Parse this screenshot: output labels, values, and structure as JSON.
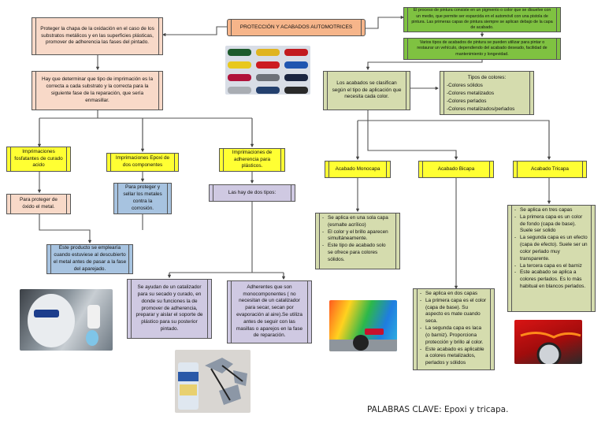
{
  "title": "PROTECCIÓN Y ACABADOS AUTOMOTRICES",
  "left_branch": {
    "purpose": "Proteger la chapa de la oxidación en el caso de los substratos metálicos y en las superficies plásticas, promover de adherencia las fases del pintado.",
    "primer_choice": "Hay que determinar que tipo de imprimación es la correcta a cada substrato y la correcta para la siguiente fase de la reparación, que sería enmasillar.",
    "primers": [
      {
        "name": "Imprimaciones fosfatantes de curado acido",
        "detail": "Para proteger de óxido el metal.",
        "note": "Este producto se emplearía cuando estuviese al descubierto el metal antes de pasar a la fase del aparejado."
      },
      {
        "name": "Imprimaciones Epoxi de dos componentes",
        "detail": "Para proteger y sellar los metales contra la corrosión."
      },
      {
        "name": "Imprimaciones de adherencia para plásticos.",
        "detail": "Las hay de dos tipos:",
        "types": [
          "Se ayudan de un catalizador para su secado y curado, en donde su funciones la de promover de adherencia, preparar y aislar el soporte de plástico para su posterior pintado.",
          "Adherentes que son monocomponentes ( no necesitan de un catalizador para secar, secan por evaporación al aire).Se utiliza antes de seguir con las masillas o aparejos en la fase de reparación."
        ]
      }
    ]
  },
  "right_branch": {
    "paint_process": "El proceso de pintura consiste en un pigmento o color que se disuelve con un medio, que permite ser esparcida en el automóvil con una pistola de pintura. Las primeras capas de pintura siempre se aplican debajo de la capa de acabado.",
    "finish_types_intro": "Varios tipos de acabados de pintura se pueden utilizar para pintar o restaurar un vehículo, dependiendo del acabado deseado, facilidad de mantenimiento y longevidad.",
    "classification": "Los acabados se clasifican según el tipo de aplicación que necesita cada color.",
    "color_types": {
      "title": "Tipos de colores:",
      "items": [
        "Colores sólidos",
        "Colores metalizados",
        "Colores perlados",
        "Colores metalizados/perlados"
      ]
    },
    "finishes": [
      {
        "name": "Acabado Monocapa",
        "points": [
          "Se aplica en una sola capa (esmalte acrílico)",
          "El color y el brillo aparecen simultáneamente.",
          "Este tipo de acabado solo se ofrece para colores sólidos."
        ]
      },
      {
        "name": "Acabado Bicapa",
        "points": [
          "Se aplica en dos capas",
          "La primera capa es el color (capa de base). Su aspecto es mate cuando seca.",
          "La segunda capa es laca (o barniz). Proporciona protección y brillo al color.",
          "Este acabado es aplicable a colores metalizados, perlados y sólidos"
        ]
      },
      {
        "name": "Acabado Tricapa",
        "points": [
          "Se aplica en tres capas",
          "La primera capa es un color de fondo (capa de base). Suele ser solido",
          "La segunda capa es un efecto (capa de efecto). Suele ser un color perlado muy transparente.",
          "La tercera capa es el barniz",
          "Este acabado se aplica a colores perlados. Es lo más habitual en blancos perlados."
        ]
      }
    ]
  },
  "images": {
    "cars_grid": "colored-cars-photo",
    "painter": "painter-spraying-photo",
    "spray_can": "spray-can-plastic-parts-photo",
    "rainbow_car": "multicolor-car-photo",
    "red_car": "red-flame-car-photo"
  },
  "keywords": "PALABRAS CLAVE: Epoxi y tricapa."
}
